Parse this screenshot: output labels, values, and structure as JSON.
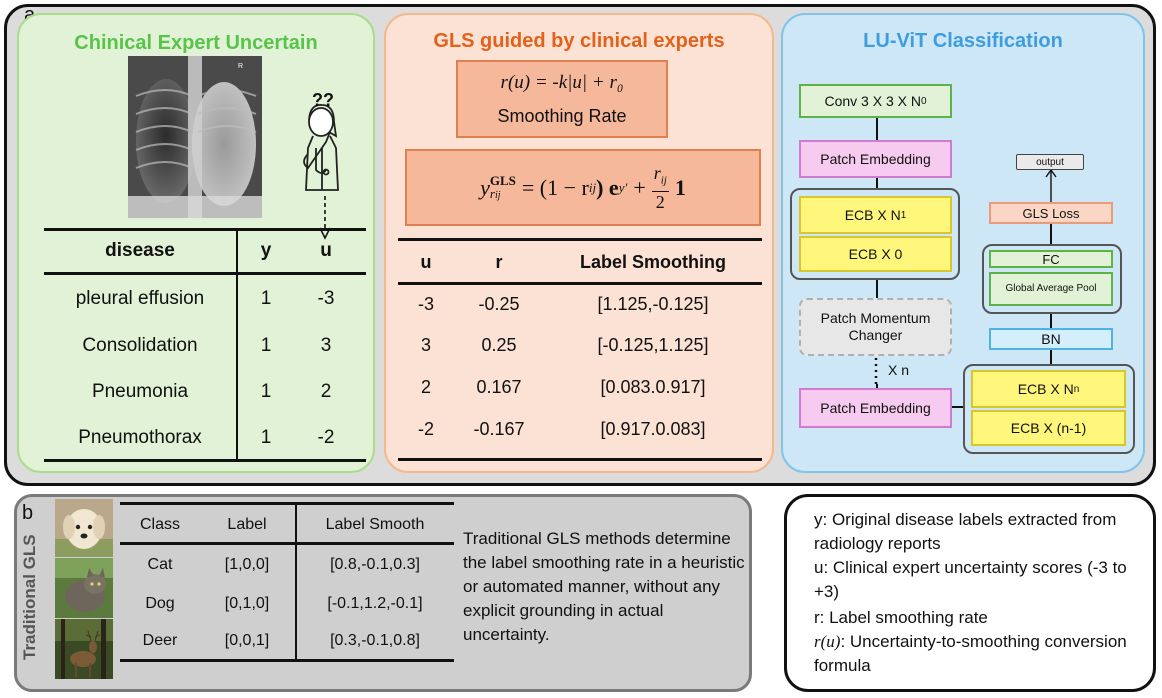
{
  "panel_a": {
    "label": "a",
    "left": {
      "title": "Chinical Expert Uncertain",
      "question_marks": "??",
      "table": {
        "headers": [
          "disease",
          "y",
          "u"
        ],
        "rows": [
          [
            "pleural effusion",
            "1",
            "-3"
          ],
          [
            "Consolidation",
            "1",
            "3"
          ],
          [
            "Pneumonia",
            "1",
            "2"
          ],
          [
            "Pneumothorax",
            "1",
            "-2"
          ]
        ]
      }
    },
    "middle": {
      "title": "GLS guided by clinical experts",
      "rate_formula": "r(u) = -k|u| + r₀",
      "rate_caption": "Smoothing Rate",
      "gls_formula_lhs": "y",
      "gls_formula_sup": "GLS",
      "gls_formula_sub": "r",
      "gls_formula_subsub": "ij",
      "gls_formula_rhs1": "= (1 − r",
      "gls_formula_rhs1_sub": "ij",
      "gls_formula_rhs2": ") e",
      "gls_formula_rhs2_sub": "y′",
      "gls_formula_plus": "+",
      "gls_formula_frac_num": "r",
      "gls_formula_frac_num_sub": "ij",
      "gls_formula_frac_den": "2",
      "gls_formula_one": "1",
      "table": {
        "headers": [
          "u",
          "r",
          "Label Smoothing"
        ],
        "rows": [
          [
            "-3",
            "-0.25",
            "[1.125,-0.125]"
          ],
          [
            "3",
            "0.25",
            "[-0.125,1.125]"
          ],
          [
            "2",
            "0.167",
            "[0.083.0.917]"
          ],
          [
            "-2",
            "-0.167",
            "[0.917.0.083]"
          ]
        ]
      }
    },
    "right": {
      "title": "LU-ViT Classification",
      "conv": "Conv 3 X 3 X N",
      "conv_sub": "0",
      "patch_embedding": "Patch Embedding",
      "ecb_n1": "ECB X N",
      "ecb_n1_sub": "1",
      "ecb_0": "ECB X 0",
      "patch_momentum": "Patch Momentum Changer",
      "xn": "X n",
      "patch_embedding_2": "Patch Embedding",
      "ecb_nn": "ECB X N",
      "ecb_nn_sub": "n",
      "ecb_n_minus_1": "ECB X (n-1)",
      "bn": "BN",
      "gap": "Global Average Pool",
      "fc": "FC",
      "gls_loss": "GLS Loss",
      "output": "output"
    }
  },
  "panel_b": {
    "label": "b",
    "side_title": "Traditional GLS",
    "table": {
      "headers": [
        "Class",
        "Label",
        "Label Smooth"
      ],
      "rows": [
        [
          "Cat",
          "[1,0,0]",
          "[0.8,-0.1,0.3]"
        ],
        [
          "Dog",
          "[0,1,0]",
          "[-0.1,1.2,-0.1]"
        ],
        [
          "Deer",
          "[0,0,1]",
          "[0.3,-0.1,0.8]"
        ]
      ]
    },
    "description": "Traditional GLS methods determine the label smoothing rate in a heuristic or automated manner, without any explicit grounding in actual uncertainty."
  },
  "legend": {
    "y_line": "y: Original disease labels extracted from radiology reports",
    "u_line": "u: Clinical expert uncertainty scores (-3 to +3)",
    "r_line": "r: Label smoothing rate",
    "ru_symbol": "r(u)",
    "ru_line": ": Uncertainty-to-smoothing conversion formula"
  },
  "colors": {
    "green_title": "#58c44a",
    "orange_title": "#e2611b",
    "blue_title": "#3e9ddf"
  }
}
